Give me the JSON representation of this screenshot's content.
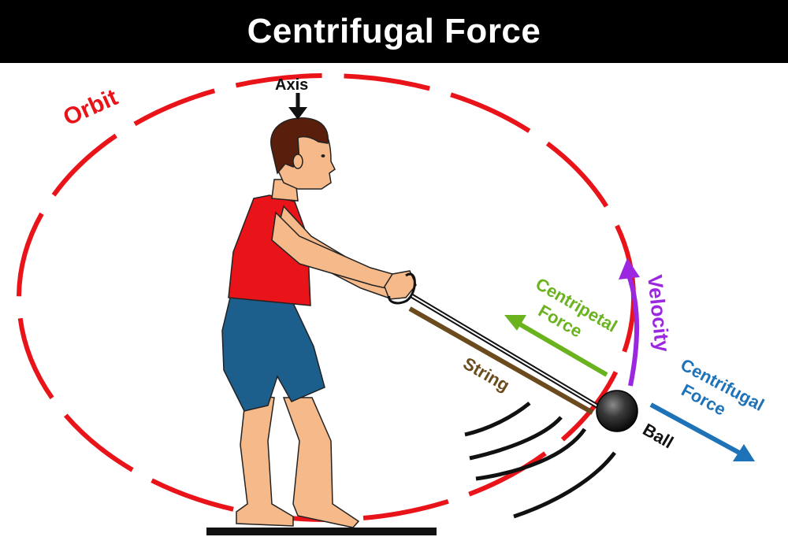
{
  "title": "Centrifugal Force",
  "labels": {
    "orbit": "Orbit",
    "axis": "Axis",
    "velocity": "Velocity",
    "centripetal_line1": "Centripetal",
    "centripetal_line2": "Force",
    "centrifugal_line1": "Centrifugal",
    "centrifugal_line2": "Force",
    "string": "String",
    "ball": "Ball"
  },
  "colors": {
    "title_bg": "#000000",
    "title_text": "#ffffff",
    "orbit": "#e8141a",
    "velocity": "#9b28e0",
    "centripetal": "#6ab31e",
    "centrifugal": "#1e72b8",
    "string": "#6b4a1e",
    "ball": "#222222",
    "shirt": "#e8141a",
    "shorts": "#1d5f8c",
    "skin": "#f5b98a",
    "hair": "#5a1e0c"
  }
}
